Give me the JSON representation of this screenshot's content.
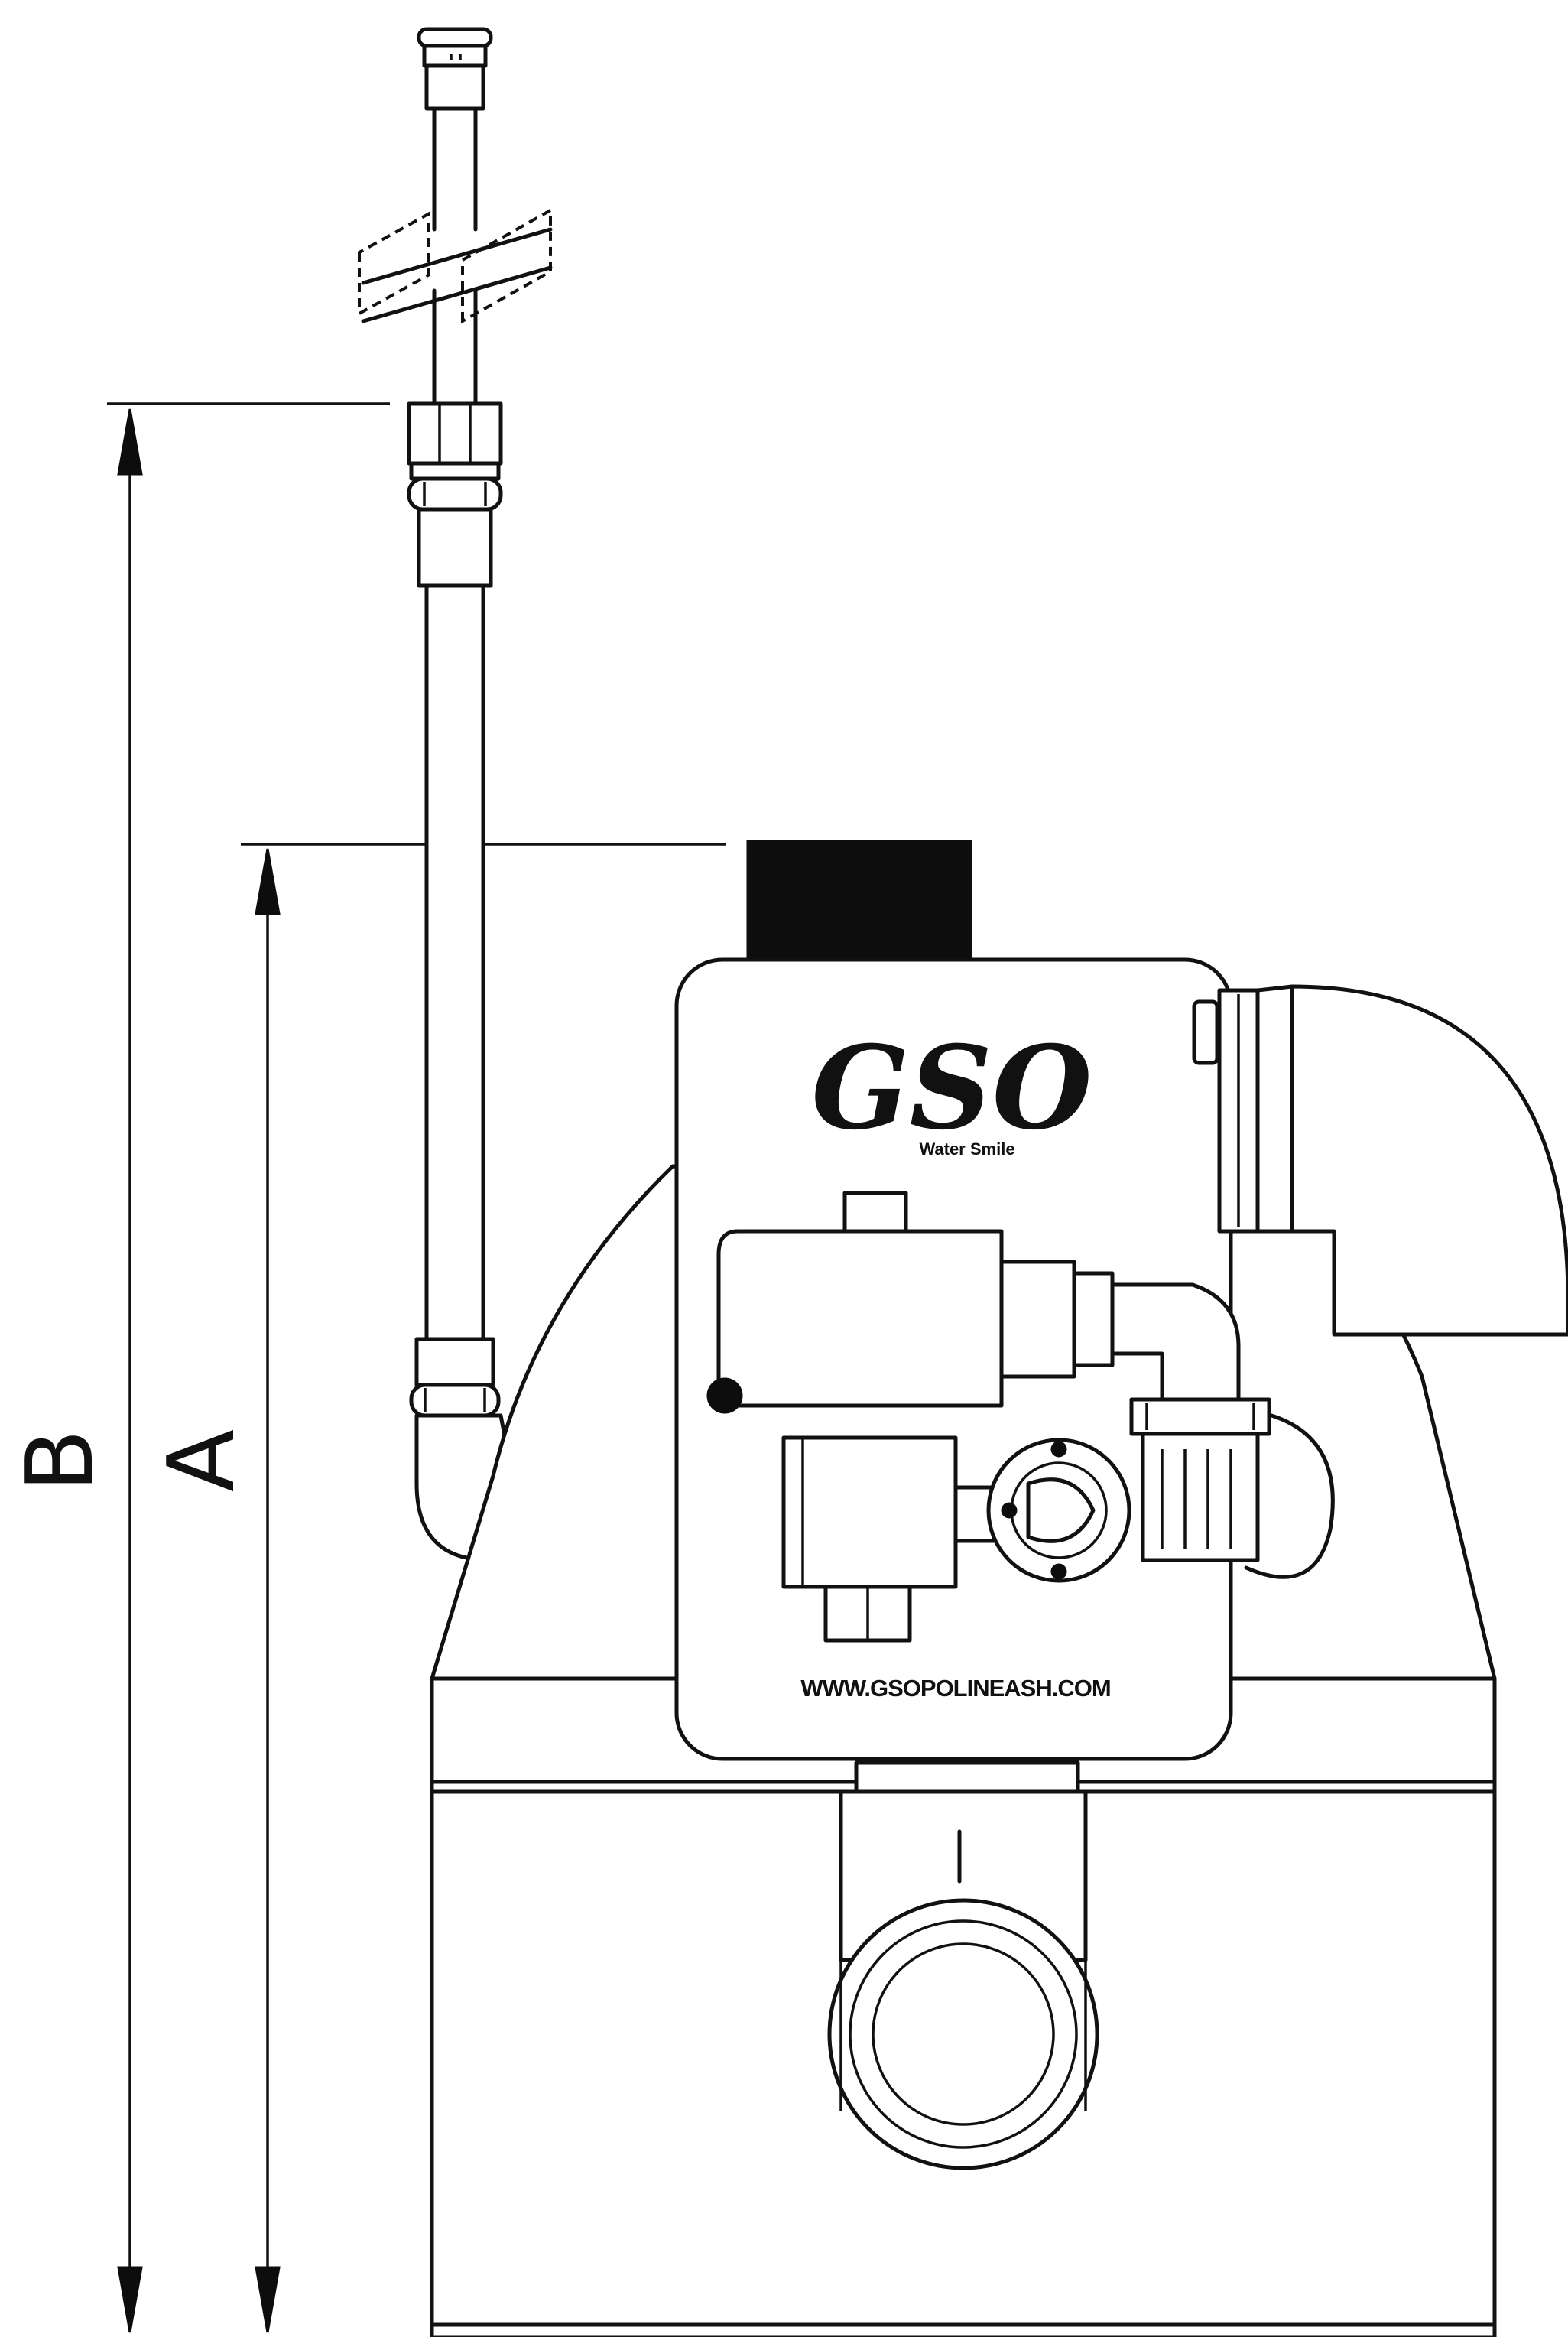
{
  "dimensions": {
    "a": "A",
    "b": "B"
  },
  "unit_logo": {
    "brand": "GSO",
    "tagline": "Water Smile"
  },
  "unit_url": "WWW.GSOPOLINEASH.COM"
}
